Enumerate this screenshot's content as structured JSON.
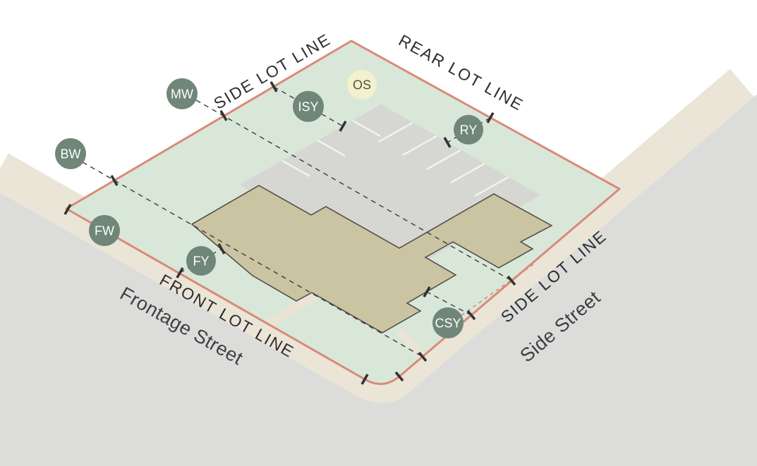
{
  "diagram": {
    "lot_lines": {
      "side_top": "SIDE LOT LINE",
      "rear": "REAR LOT LINE",
      "front": "FRONT LOT LINE",
      "side_right": "SIDE LOT LINE"
    },
    "streets": {
      "frontage": "Frontage Street",
      "side": "Side Street"
    },
    "markers": {
      "mw": "MW",
      "bw": "BW",
      "fw": "FW",
      "os": "OS",
      "isy": "ISY",
      "ry": "RY",
      "fy": "FY",
      "csy": "CSY"
    },
    "colors": {
      "lot_line": "#d98a79",
      "lot_fill": "#d9e7d9",
      "street_fill": "#dcdcdb",
      "sidewalk_fill": "#eae5d7",
      "building_fill": "#cbc4a3",
      "parking_fill": "#d6d6d3",
      "marker_fill": "#6f8678",
      "marker_text": "#ffffff",
      "open_space_fill": "#f3f0cd",
      "accent_red": "#d98a79"
    }
  }
}
